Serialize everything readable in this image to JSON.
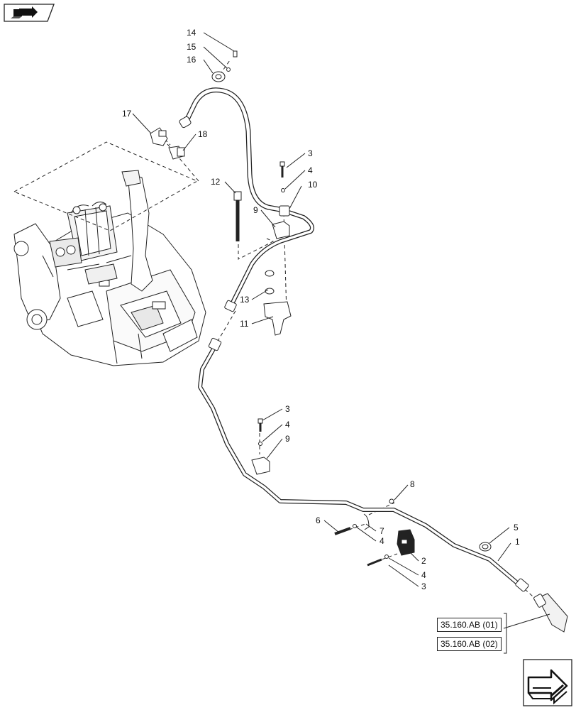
{
  "nav": {
    "top_icon": "book-return-icon",
    "bottom_icon": "next-page-arrow-icon"
  },
  "refs": [
    {
      "label": "35.160.AB (01)"
    },
    {
      "label": "35.160.AB (02)"
    }
  ],
  "callouts": {
    "c1": "1",
    "c2": "2",
    "c3a": "3",
    "c3b": "3",
    "c3c": "3",
    "c4a": "4",
    "c4b": "4",
    "c4c": "4",
    "c4d": "4",
    "c5": "5",
    "c6": "6",
    "c7": "7",
    "c8": "8",
    "c9a": "9",
    "c9b": "9",
    "c10": "10",
    "c11": "11",
    "c12": "12",
    "c13": "13",
    "c14": "14",
    "c15": "15",
    "c16": "16",
    "c17": "17",
    "c18": "18"
  },
  "colors": {
    "line": "#222222",
    "part": "#ffffff",
    "dark": "#111111"
  }
}
